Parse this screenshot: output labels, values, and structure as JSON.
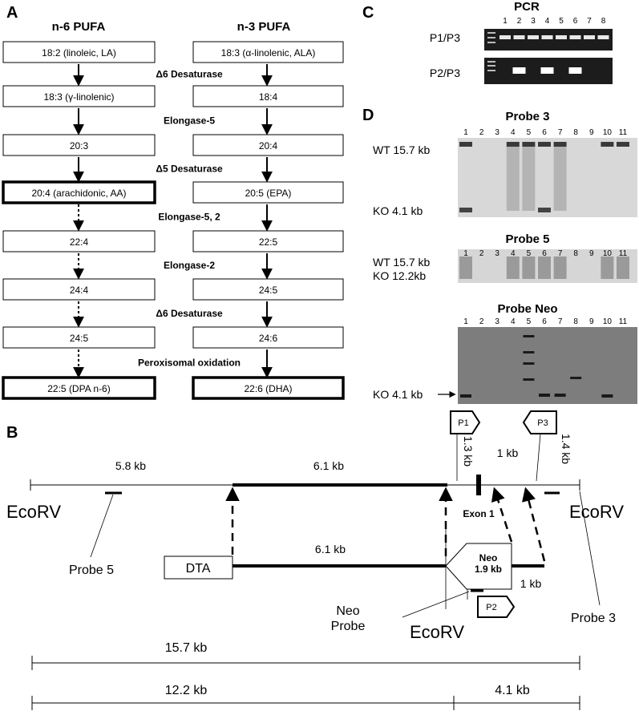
{
  "panels": {
    "a": "A",
    "b": "B",
    "c": "C",
    "d": "D"
  },
  "pathway": {
    "n6_header": "n-6 PUFA",
    "n3_header": "n-3 PUFA",
    "n6": [
      "18:2 (linoleic, LA)",
      "18:3 (γ-linolenic)",
      "20:3",
      "20:4 (arachidonic, AA)",
      "22:4",
      "24:4",
      "24:5",
      "22:5 (DPA n-6)"
    ],
    "n3": [
      "18:3 (α-linolenic, ALA)",
      "18:4",
      "20:4",
      "20:5 (EPA)",
      "22:5",
      "24:5",
      "24:6",
      "22:6 (DHA)"
    ],
    "enzymes": [
      "Δ6 Desaturase",
      "Elongase-5",
      "Δ5 Desaturase",
      "Elongase-5, 2",
      "Elongase-2",
      "Δ6 Desaturase",
      "Peroxisomal oxidation"
    ]
  },
  "pcr": {
    "title": "PCR",
    "lanes": [
      "1",
      "2",
      "3",
      "4",
      "5",
      "6",
      "7",
      "8"
    ],
    "row1_label": "P1/P3",
    "row2_label": "P2/P3",
    "row2_positive_lanes": [
      "2",
      "4",
      "6"
    ]
  },
  "southern": {
    "lanes": [
      "1",
      "2",
      "3",
      "4",
      "5",
      "6",
      "7",
      "8",
      "9",
      "10",
      "11"
    ],
    "probe3_title": "Probe 3",
    "probe3_wt": "WT  15.7 kb",
    "probe3_ko": "KO   4.1 kb",
    "probe5_title": "Probe 5",
    "probe5_wt": "WT  15.7 kb",
    "probe5_ko": "KO   12.2kb",
    "neo_title": "Probe Neo",
    "neo_ko": "KO   4.1 kb"
  },
  "map": {
    "ecorv_left": "EcoRV",
    "ecorv_right": "EcoRV",
    "ecorv_bottom": "EcoRV",
    "seg_5_8": "5.8 kb",
    "seg_6_1_top": "6.1 kb",
    "seg_6_1_bottom": "6.1 kb",
    "seg_1_3": "1.3 kb",
    "seg_1_top": "1 kb",
    "seg_1_4": "1.4 kb",
    "seg_1_bottom": "1 kb",
    "exon": "Exon 1",
    "probe5": "Probe 5",
    "probe3": "Probe 3",
    "neo_probe": "Neo\nProbe",
    "dta": "DTA",
    "neo_cassette": "Neo\n1.9 kb",
    "p1": "P1",
    "p2": "P2",
    "p3": "P3",
    "total": "15.7 kb",
    "frag_12_2": "12.2 kb",
    "frag_4_1": "4.1 kb"
  }
}
